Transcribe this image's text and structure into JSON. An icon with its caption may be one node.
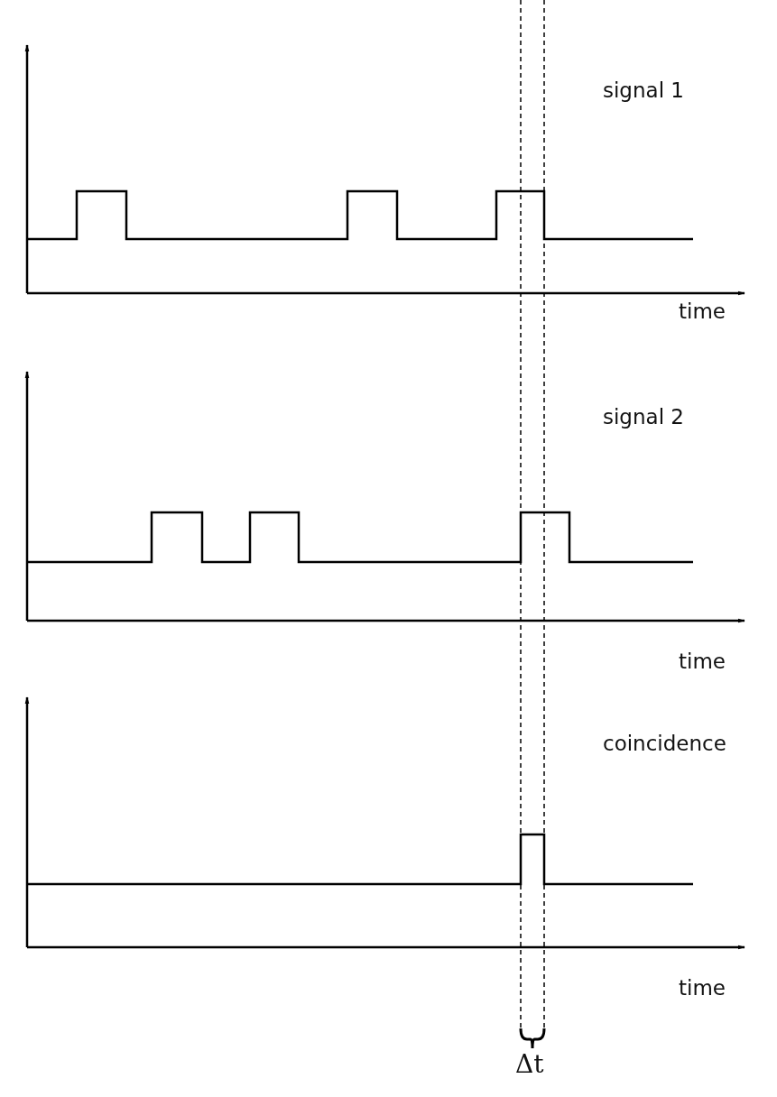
{
  "diagram": {
    "labels": [
      "signal 1",
      "time",
      "signal 2",
      "time",
      "coincidence",
      "time",
      "Δt"
    ]
  }
}
